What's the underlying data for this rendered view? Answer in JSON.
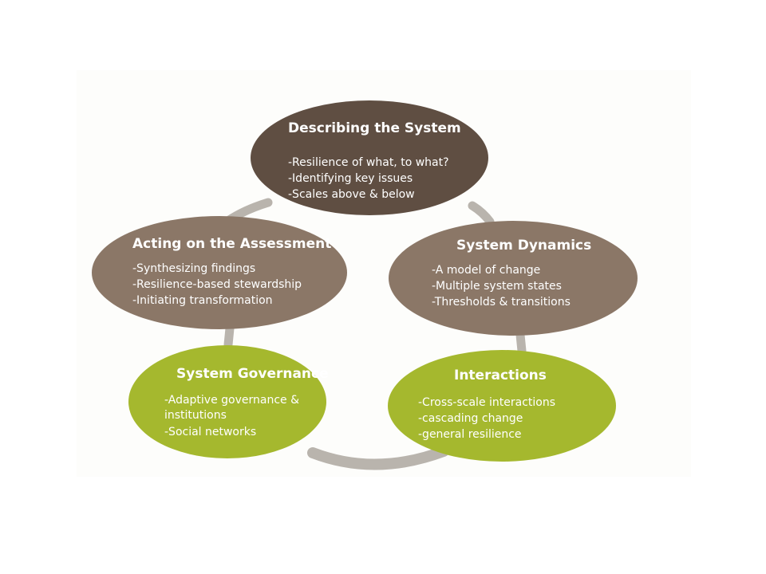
{
  "colors": {
    "background": "#ffffff",
    "panel": "#fdfdfb",
    "connector": "#b9b4ad",
    "dark_brown": "#5f4e42",
    "taupe": "#8b7767",
    "lime": "#a5b82e",
    "text_on_dark": "#ffffff"
  },
  "nodes": [
    {
      "id": "describing",
      "title": "Describing the System",
      "items": [
        "-Resilience of what, to what?",
        "-Identifying key issues",
        "-Scales above & below"
      ],
      "color": "#5f4e42"
    },
    {
      "id": "dynamics",
      "title": "System Dynamics",
      "items": [
        "-A model of change",
        "-Multiple system states",
        "-Thresholds & transitions"
      ],
      "color": "#8b7767"
    },
    {
      "id": "interactions",
      "title": "Interactions",
      "items": [
        "-Cross-scale interactions",
        "-cascading change",
        "-general resilience"
      ],
      "color": "#a5b82e"
    },
    {
      "id": "governance",
      "title": "System Governance",
      "items": [
        "-Adaptive governance &",
        "institutions",
        "-Social networks"
      ],
      "color": "#a5b82e"
    },
    {
      "id": "acting",
      "title": "Acting on the Assessment",
      "items": [
        "-Synthesizing findings",
        "-Resilience-based stewardship",
        "-Initiating transformation"
      ],
      "color": "#8b7767"
    }
  ]
}
